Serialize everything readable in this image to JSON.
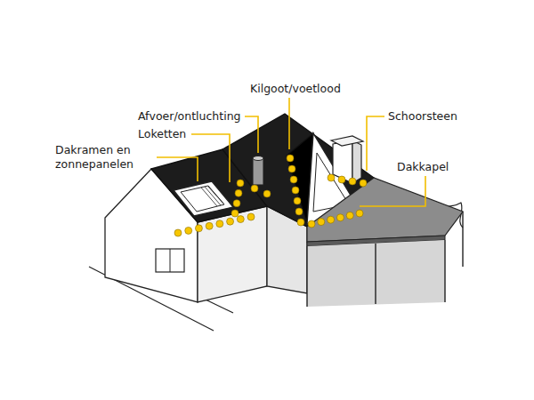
{
  "diagram": {
    "labels": [
      "Kilgoot/voetlood",
      "Afvoer/ontluchting",
      "Loketten",
      "Schoorsteen",
      "Dakkapel",
      "Dakramen en zonnepanelen"
    ]
  }
}
